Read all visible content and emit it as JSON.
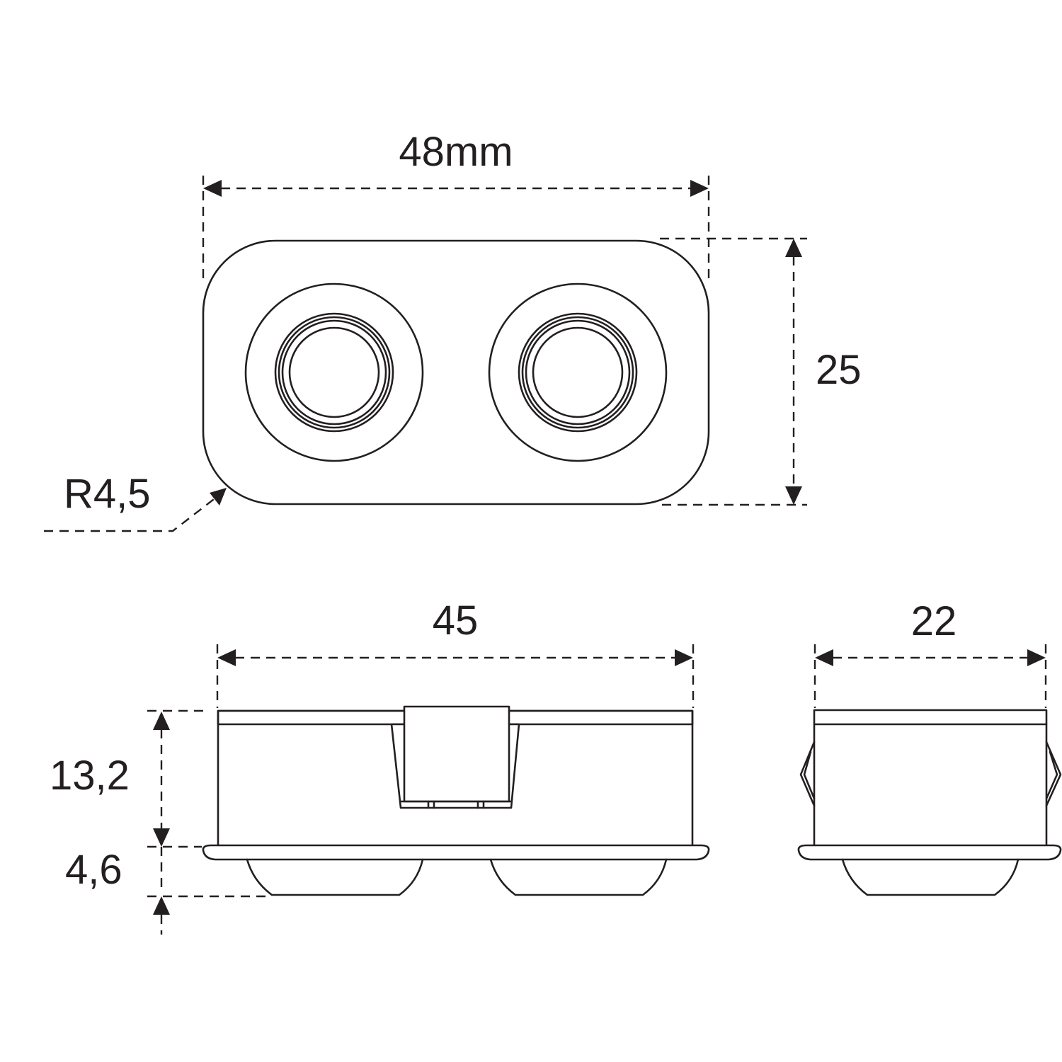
{
  "diagram": {
    "stroke_color": "#231f20",
    "background": "#ffffff",
    "top_view": {
      "width_label": "48mm",
      "height_label": "25",
      "radius_label": "R4,5"
    },
    "front_view": {
      "width_label": "45",
      "body_height_label": "13,2",
      "lens_height_label": "4,6"
    },
    "side_view": {
      "width_label": "22"
    }
  }
}
